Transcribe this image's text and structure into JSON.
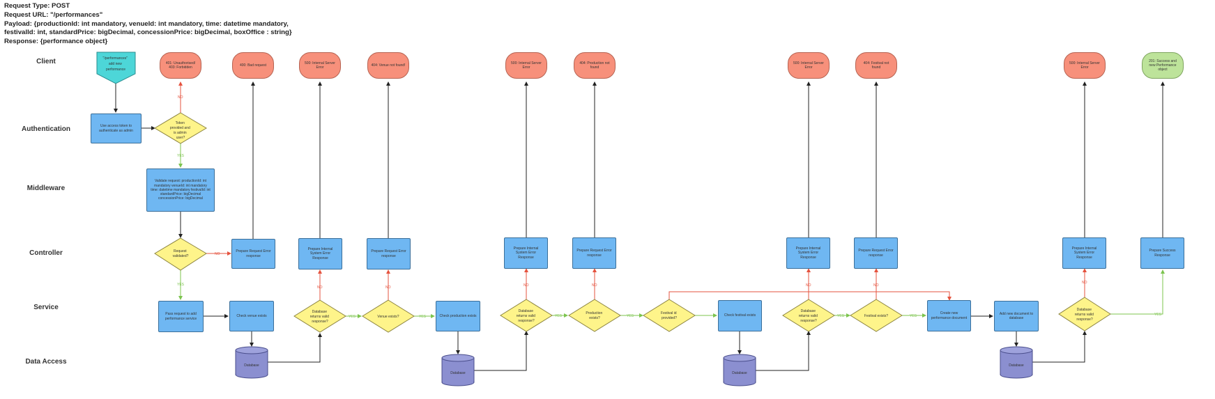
{
  "header": {
    "request_type": "Request Type: POST",
    "request_url": "Request URL: \"/performances\"",
    "payload_line1": "Payload: {productionId: int mandatory, venueId: int mandatory, time: datetime mandatory,",
    "payload_line2": "festivalId: int, standardPrice: bigDecimal, concessionPrice: bigDecimal, boxOffice : string}",
    "response": "Response: {performance object}"
  },
  "lanes": {
    "client": "Client",
    "authentication": "Authentication",
    "middleware": "Middleware",
    "controller": "Controller",
    "service": "Service",
    "data_access": "Data Access"
  },
  "start": [
    "\"/performances\"",
    "add new",
    "performance"
  ],
  "terminals": {
    "t401": "401: Unauthorised/ 403: Forbidden",
    "t400": "400: Bad request",
    "t500a": "500: Internal Server Error",
    "t404venue": "404: Venue not found!",
    "t500b": "500: Internal Server Error",
    "t404prod": "404: Production not found",
    "t500c": "500: Internal Server Error",
    "t404fest": "404: Festival not found",
    "t500d": "500: Internal Server Error",
    "t201": "201: Success and new Performance object"
  },
  "processes": {
    "auth_token": "Use access token to authenticate as admin",
    "validate": "Validate request: productionId: int mandatory venueId: int mandatory time: datetime mandatory festivalId: int standardPrice: bigDecimal concessionPrice: bigDecimal",
    "prep_bad_request": "Prepare Request Error response",
    "prep_ise_a": "Prepare Internal System Error Response",
    "prep_venue_err": "Prepare Request Error response",
    "prep_ise_b": "Prepare Internal System Error Response",
    "prep_prod_err": "Prepare Request Error response",
    "prep_ise_c": "Prepare Internal System Error Response",
    "prep_fest_err": "Prepare Request Error response",
    "prep_ise_d": "Prepare Internal System Error Response",
    "prep_success": "Prepare Success Response",
    "pass_service": "Pass request to add performance service",
    "check_venue": "Check venue exists",
    "check_production": "Check production exists",
    "check_festival": "Check festival exists",
    "create_doc": "Create new performance document",
    "add_doc": "Add new document to database"
  },
  "decisions": {
    "token": [
      "Token",
      "provided and",
      "is admin",
      "user?"
    ],
    "request_validated": [
      "Request",
      "validated?"
    ],
    "db_valid_1": [
      "Database",
      "returns valid",
      "response?"
    ],
    "venue_exists": [
      "Venue exists?"
    ],
    "db_valid_2": [
      "Database",
      "returns valid",
      "response?"
    ],
    "production_exists": [
      "Production",
      "exists?"
    ],
    "festival_provided": [
      "Festival id",
      "provided?"
    ],
    "db_valid_3": [
      "Database",
      "returns valid",
      "response?"
    ],
    "festival_exists": [
      "Festival exists?"
    ],
    "db_valid_4": [
      "Database",
      "returns valid",
      "response?"
    ]
  },
  "database_label": "Database",
  "edge_labels": {
    "yes": "YES",
    "no": "NO"
  },
  "colors": {
    "process": "#6fb7f2",
    "decision": "#fef48a",
    "terminal_error": "#f7907b",
    "terminal_success": "#bde39a",
    "start": "#4dd6d8",
    "database": "#8b8fd0",
    "edge_yes": "#7cc44e",
    "edge_no": "#e5533f",
    "edge_default": "#222222"
  }
}
